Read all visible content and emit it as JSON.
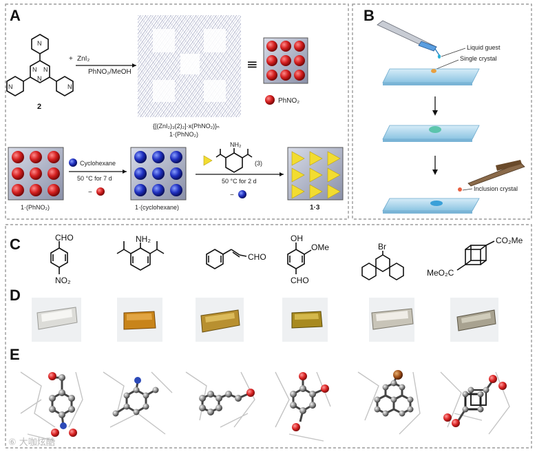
{
  "panels": {
    "A": "A",
    "B": "B",
    "C": "C",
    "D": "D",
    "E": "E"
  },
  "panel_a": {
    "reactant_number": "2",
    "plus": "+",
    "reagent": "ZnI₂",
    "solvent": "PhNO₂/MeOH",
    "equiv": "≡",
    "legend_label": "PhNO₂",
    "formula_line1": "{[(ZnI₂)₃(2)₂]·x(PhNO₂)}ₙ",
    "formula_line2": "1·(PhNO₂)",
    "step1_guest": "Cyclohexane",
    "step1_cond": "50 °C for 7 d",
    "step2_guest_num": "(3)",
    "step2_cond": "50 °C for 2 d",
    "minus": "−",
    "label_1": "1·(PhNO₂)",
    "label_2": "1·(cyclohexane)",
    "label_3": "1·3",
    "nh2": "NH₂"
  },
  "panel_b": {
    "liquid_guest": "Liquid guest",
    "single_crystal": "Single crystal",
    "inclusion_crystal": "Inclusion crystal"
  },
  "panel_c": {
    "m1_top": "CHO",
    "m1_bottom": "NO₂",
    "m2_top": "NH₂",
    "m3_right": "CHO",
    "m4_oh": "OH",
    "m4_ome": "OMe",
    "m4_cho": "CHO",
    "m5_br": "Br",
    "m6_co2me_top": "CO₂Me",
    "m6_meo2c": "MeO₂C"
  },
  "watermark": "⑥ 大咖炫酷"
}
